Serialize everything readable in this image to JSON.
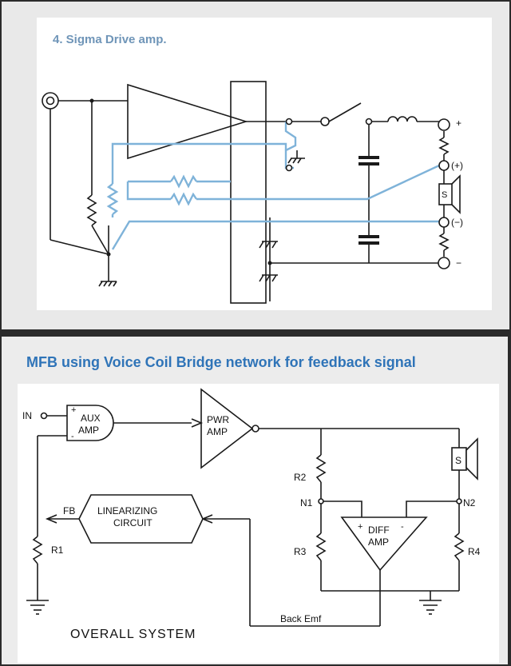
{
  "top_panel": {
    "title": "4.  Sigma Drive amp.",
    "labels": {
      "plus": "+",
      "plus_paren": "(+)",
      "speaker": "S",
      "minus_paren": "(−)",
      "minus": "−"
    },
    "colors": {
      "feedback_lines": "#7fb3d9",
      "title": "#6f95b8"
    }
  },
  "bottom_panel": {
    "title": "MFB using Voice Coil Bridge network for feedback signal",
    "labels": {
      "in": "IN",
      "aux_amp_line1": "AUX",
      "aux_amp_line2": "AMP",
      "aux_plus": "+",
      "aux_minus": "-",
      "pwr_amp_line1": "PWR",
      "pwr_amp_line2": "AMP",
      "fb": "FB",
      "linearizing_line1": "LINEARIZING",
      "linearizing_line2": "CIRCUIT",
      "r1": "R1",
      "r2": "R2",
      "r3": "R3",
      "r4": "R4",
      "n1": "N1",
      "n2": "N2",
      "diff_plus": "+",
      "diff_minus": "-",
      "diff_amp_line1": "DIFF",
      "diff_amp_line2": "AMP",
      "speaker": "S",
      "back_emf": "Back Emf",
      "overall_system": "OVERALL SYSTEM"
    },
    "colors": {
      "title": "#2f74b8"
    }
  }
}
